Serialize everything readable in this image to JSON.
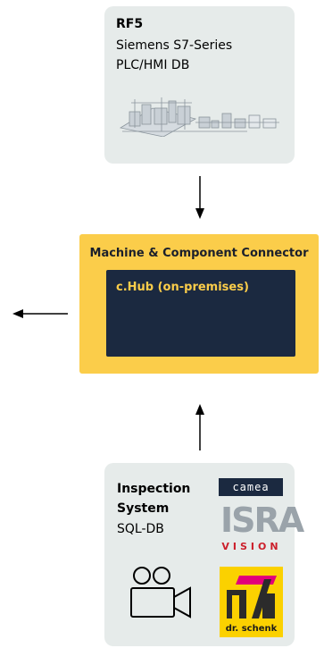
{
  "rf5": {
    "title": "RF5",
    "line1": "Siemens S7-Series",
    "line2": "PLC/HMI DB"
  },
  "connector": {
    "title": "Machine & Component Connector",
    "hub_label": "c.Hub (on-premises)"
  },
  "inspection": {
    "title_line1": "Inspection",
    "title_line2": "System",
    "subtitle": "SQL-DB",
    "logos": {
      "camea": "camea",
      "isra": "ISRA",
      "vision": "VISION",
      "schenk": "dr. schenk"
    }
  },
  "colors": {
    "box_gray": "#e6ebea",
    "connector_yellow": "#fbcd4a",
    "hub_navy": "#1b2940",
    "isra_gray": "#9aa3aa",
    "vision_red": "#cc1f2b",
    "schenk_yellow": "#fbd100"
  },
  "icons": [
    "plant-illustration",
    "camera-icon",
    "arrow-down-icon",
    "arrow-up-icon",
    "arrow-left-icon"
  ]
}
